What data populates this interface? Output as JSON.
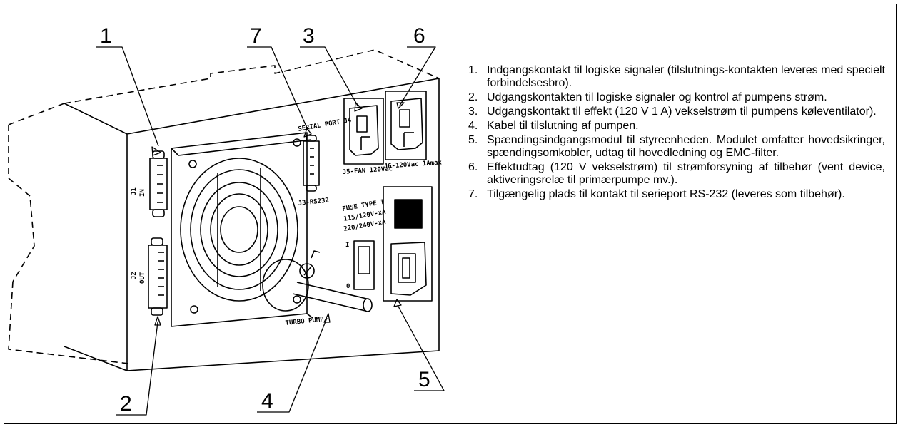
{
  "callouts": {
    "c1": "1",
    "c2": "2",
    "c3": "3",
    "c4": "4",
    "c5": "5",
    "c6": "6",
    "c7": "7"
  },
  "panel_labels": {
    "serial_port": "SERIAL PORT J4",
    "j1_in_a": "J1",
    "j1_in_b": "IN",
    "j2_out_a": "J2",
    "j2_out_b": "OUT",
    "j3": "J3-RS232",
    "outlet_3": "J5-FAN 120Vac",
    "outlet_6": "J6-120Vac 1Amax",
    "fuse_1": "FUSE TYPE T",
    "fuse_2": "115/120V-xA",
    "fuse_3": "220/240V-xA",
    "turbo_pump": "TURBO PUMP",
    "switch_on": "I",
    "switch_off": "0"
  },
  "legend": [
    {
      "num": "1.",
      "text": "Indgangskontakt til logiske signaler (tilslutnings-kontakten leveres med specielt forbindelsesbro)."
    },
    {
      "num": "2.",
      "text": "Udgangskontakten til logiske signaler og kontrol af pumpens strøm."
    },
    {
      "num": "3.",
      "text": "Udgangskontakt til effekt (120 V 1 A) vekselstrøm til pumpens køleventilator)."
    },
    {
      "num": "4.",
      "text": "Kabel til tilslutning af pumpen."
    },
    {
      "num": "5.",
      "text": "Spændingsindgangsmodul til styreenheden. Modulet omfatter hovedsikringer, spændingsomkobler, udtag til hovedledning og EMC-filter."
    },
    {
      "num": "6.",
      "text": "Effektudtag (120 V vekselstrøm) til strømforsyning af tilbehør (vent device, aktiveringsrelæ til primærpumpe mv.)."
    },
    {
      "num": "7.",
      "text": "Tilgængelig plads til kontakt til serieport RS-232 (leveres som tilbehør)."
    }
  ]
}
